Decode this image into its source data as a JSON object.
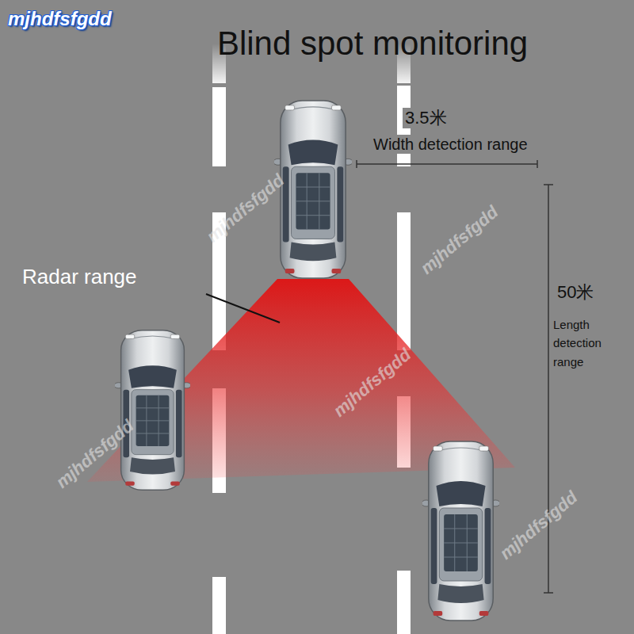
{
  "diagram": {
    "title": "Blind spot monitoring",
    "labels": [
      "mjhdfsfgdd",
      "3.5米",
      "Width detection range",
      "Radar range",
      "50米",
      "Length detection range",
      "mjhdfsfgdd",
      "mjhdfsfgdd",
      "mjhdfsfgdd",
      "mjhdfsfgdd",
      "mjhdfsfgdd"
    ]
  }
}
